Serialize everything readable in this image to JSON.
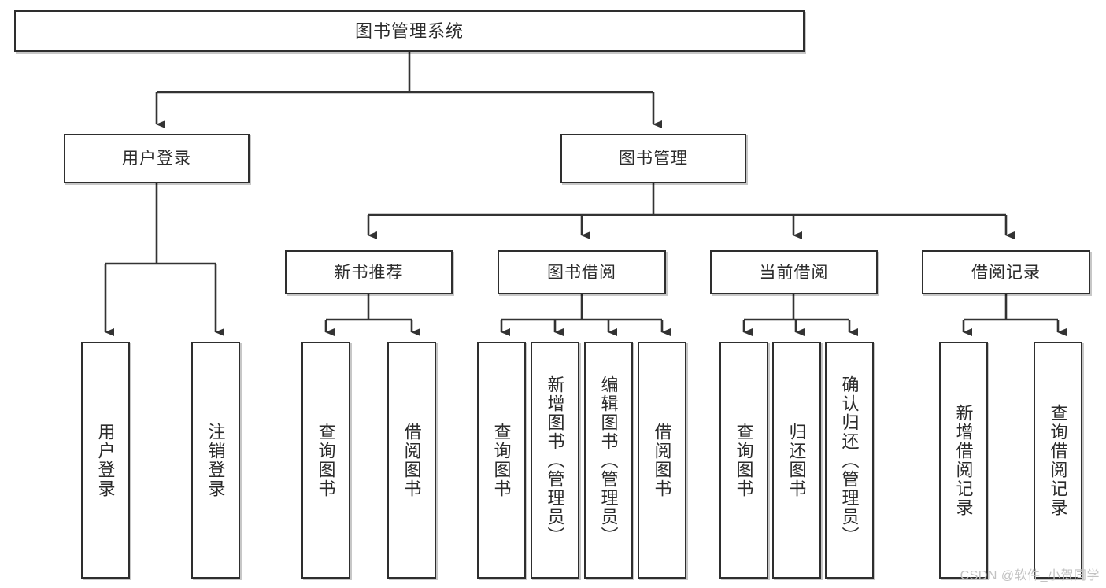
{
  "diagram": {
    "title": "图书管理系统",
    "root": {
      "label": "图书管理系统"
    },
    "level1": [
      {
        "label": "用户登录"
      },
      {
        "label": "图书管理"
      }
    ],
    "level2": [
      {
        "label": "新书推荐"
      },
      {
        "label": "图书借阅"
      },
      {
        "label": "当前借阅"
      },
      {
        "label": "借阅记录"
      }
    ],
    "leaves": {
      "user_login": [
        {
          "label": "用户登录"
        },
        {
          "label": "注销登录"
        }
      ],
      "new_book_recommend": [
        {
          "label": "查询图书"
        },
        {
          "label": "借阅图书"
        }
      ],
      "book_borrow": [
        {
          "label": "查询图书"
        },
        {
          "label": "新增图书（管理员）"
        },
        {
          "label": "编辑图书（管理员）"
        },
        {
          "label": "借阅图书"
        }
      ],
      "current_borrow": [
        {
          "label": "查询图书"
        },
        {
          "label": "归还图书"
        },
        {
          "label": "确认归还（管理员）"
        }
      ],
      "borrow_record": [
        {
          "label": "新增借阅记录"
        },
        {
          "label": "查询借阅记录"
        }
      ]
    }
  },
  "watermark": {
    "text": "CSDN @软件_小贺同学"
  },
  "colors": {
    "border": "#2e2e2e",
    "text": "#2b2b2b",
    "background": "#ffffff",
    "connector": "#333333",
    "watermark": "#c2c2c2"
  }
}
